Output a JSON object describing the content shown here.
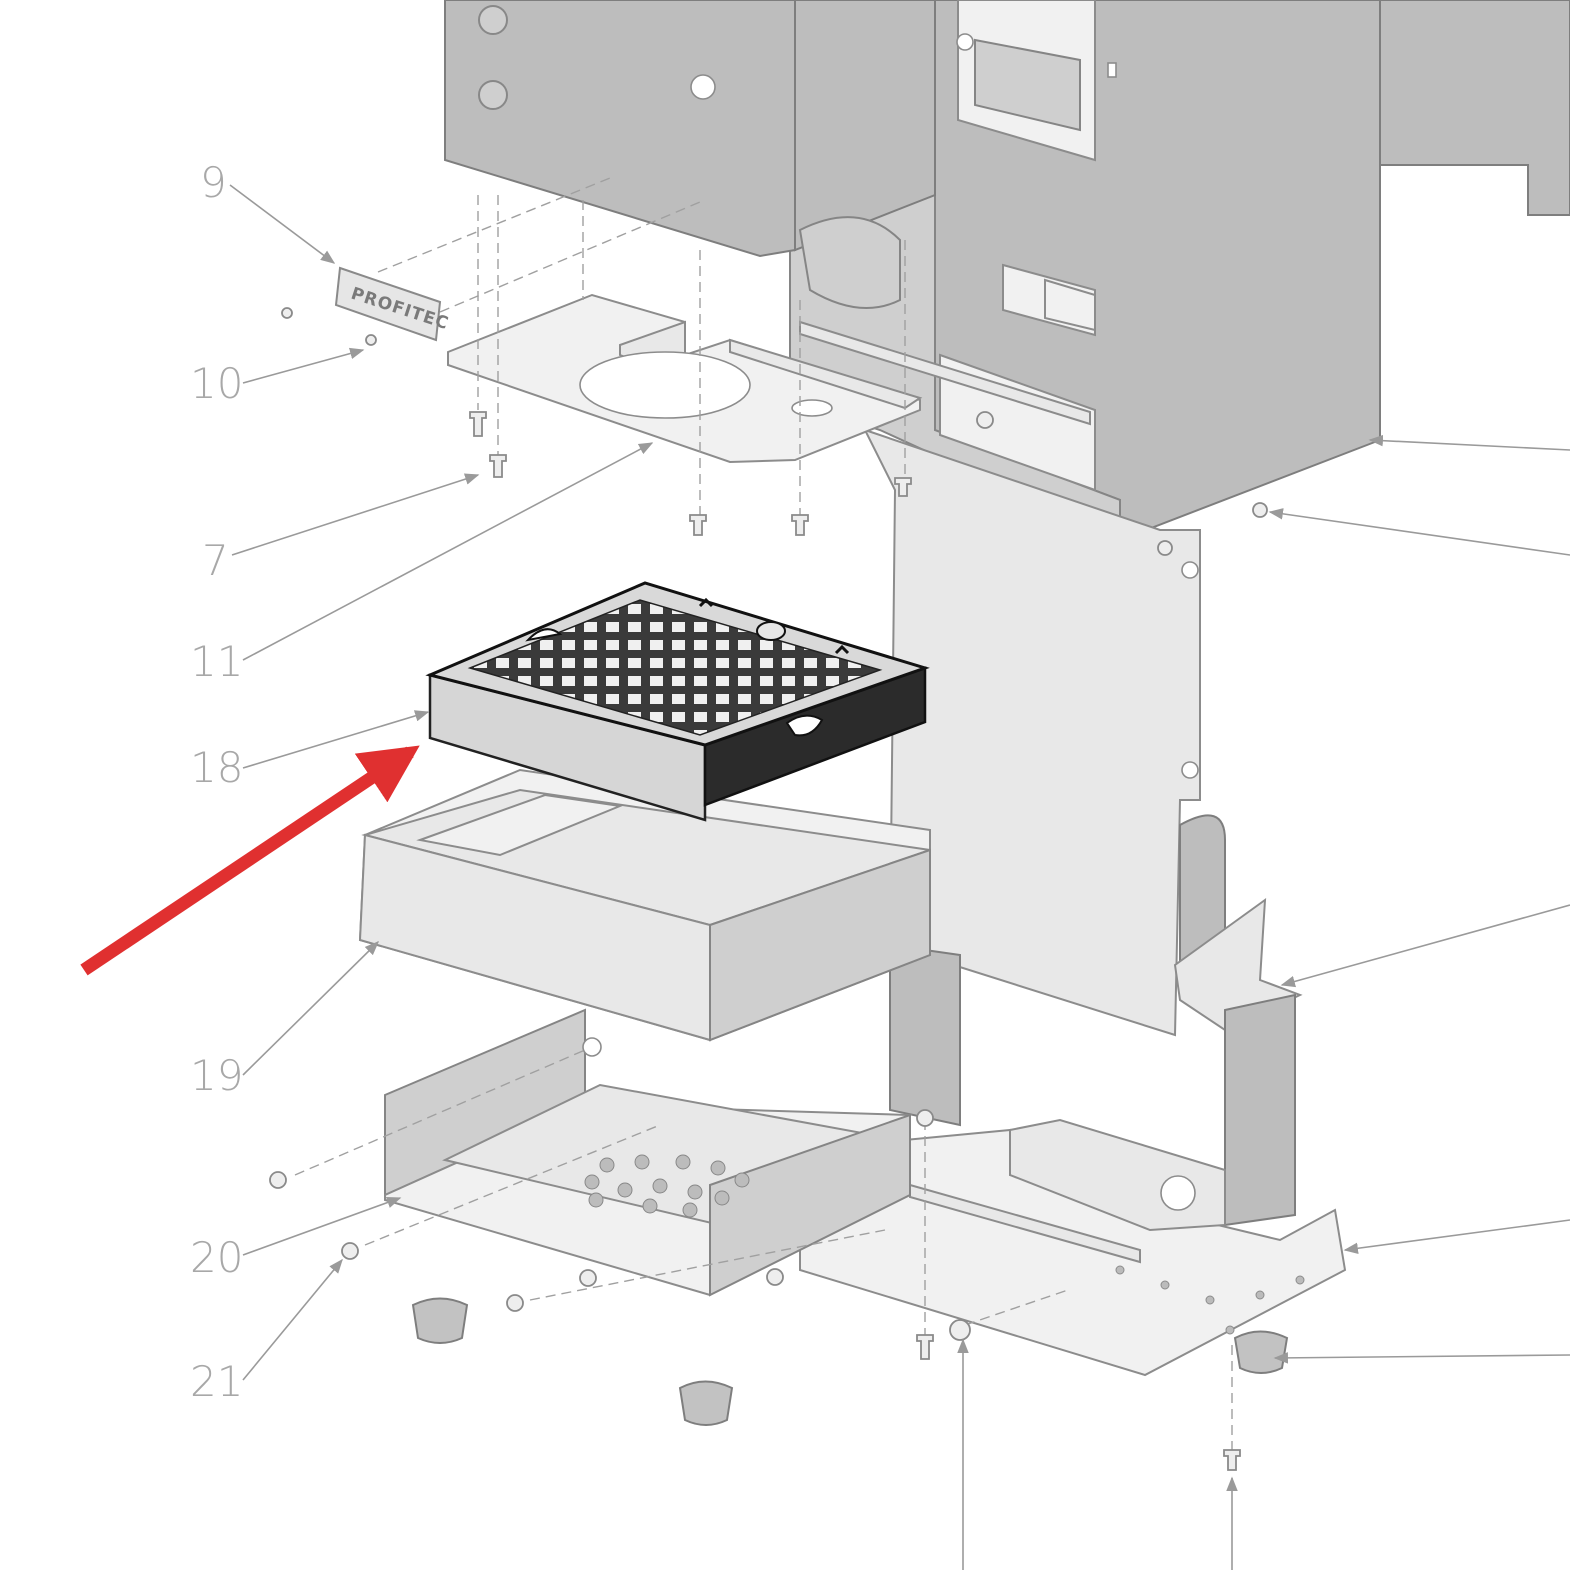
{
  "labels": [
    {
      "id": "9",
      "text": "9"
    },
    {
      "id": "10",
      "text": "10"
    },
    {
      "id": "7",
      "text": "7"
    },
    {
      "id": "11",
      "text": "11"
    },
    {
      "id": "18",
      "text": "18"
    },
    {
      "id": "19",
      "text": "19"
    },
    {
      "id": "20",
      "text": "20"
    },
    {
      "id": "21",
      "text": "21"
    }
  ],
  "logo": {
    "text": "PROFITEC"
  },
  "highlight": {
    "part": "18",
    "arrow_color": "#e03030"
  }
}
